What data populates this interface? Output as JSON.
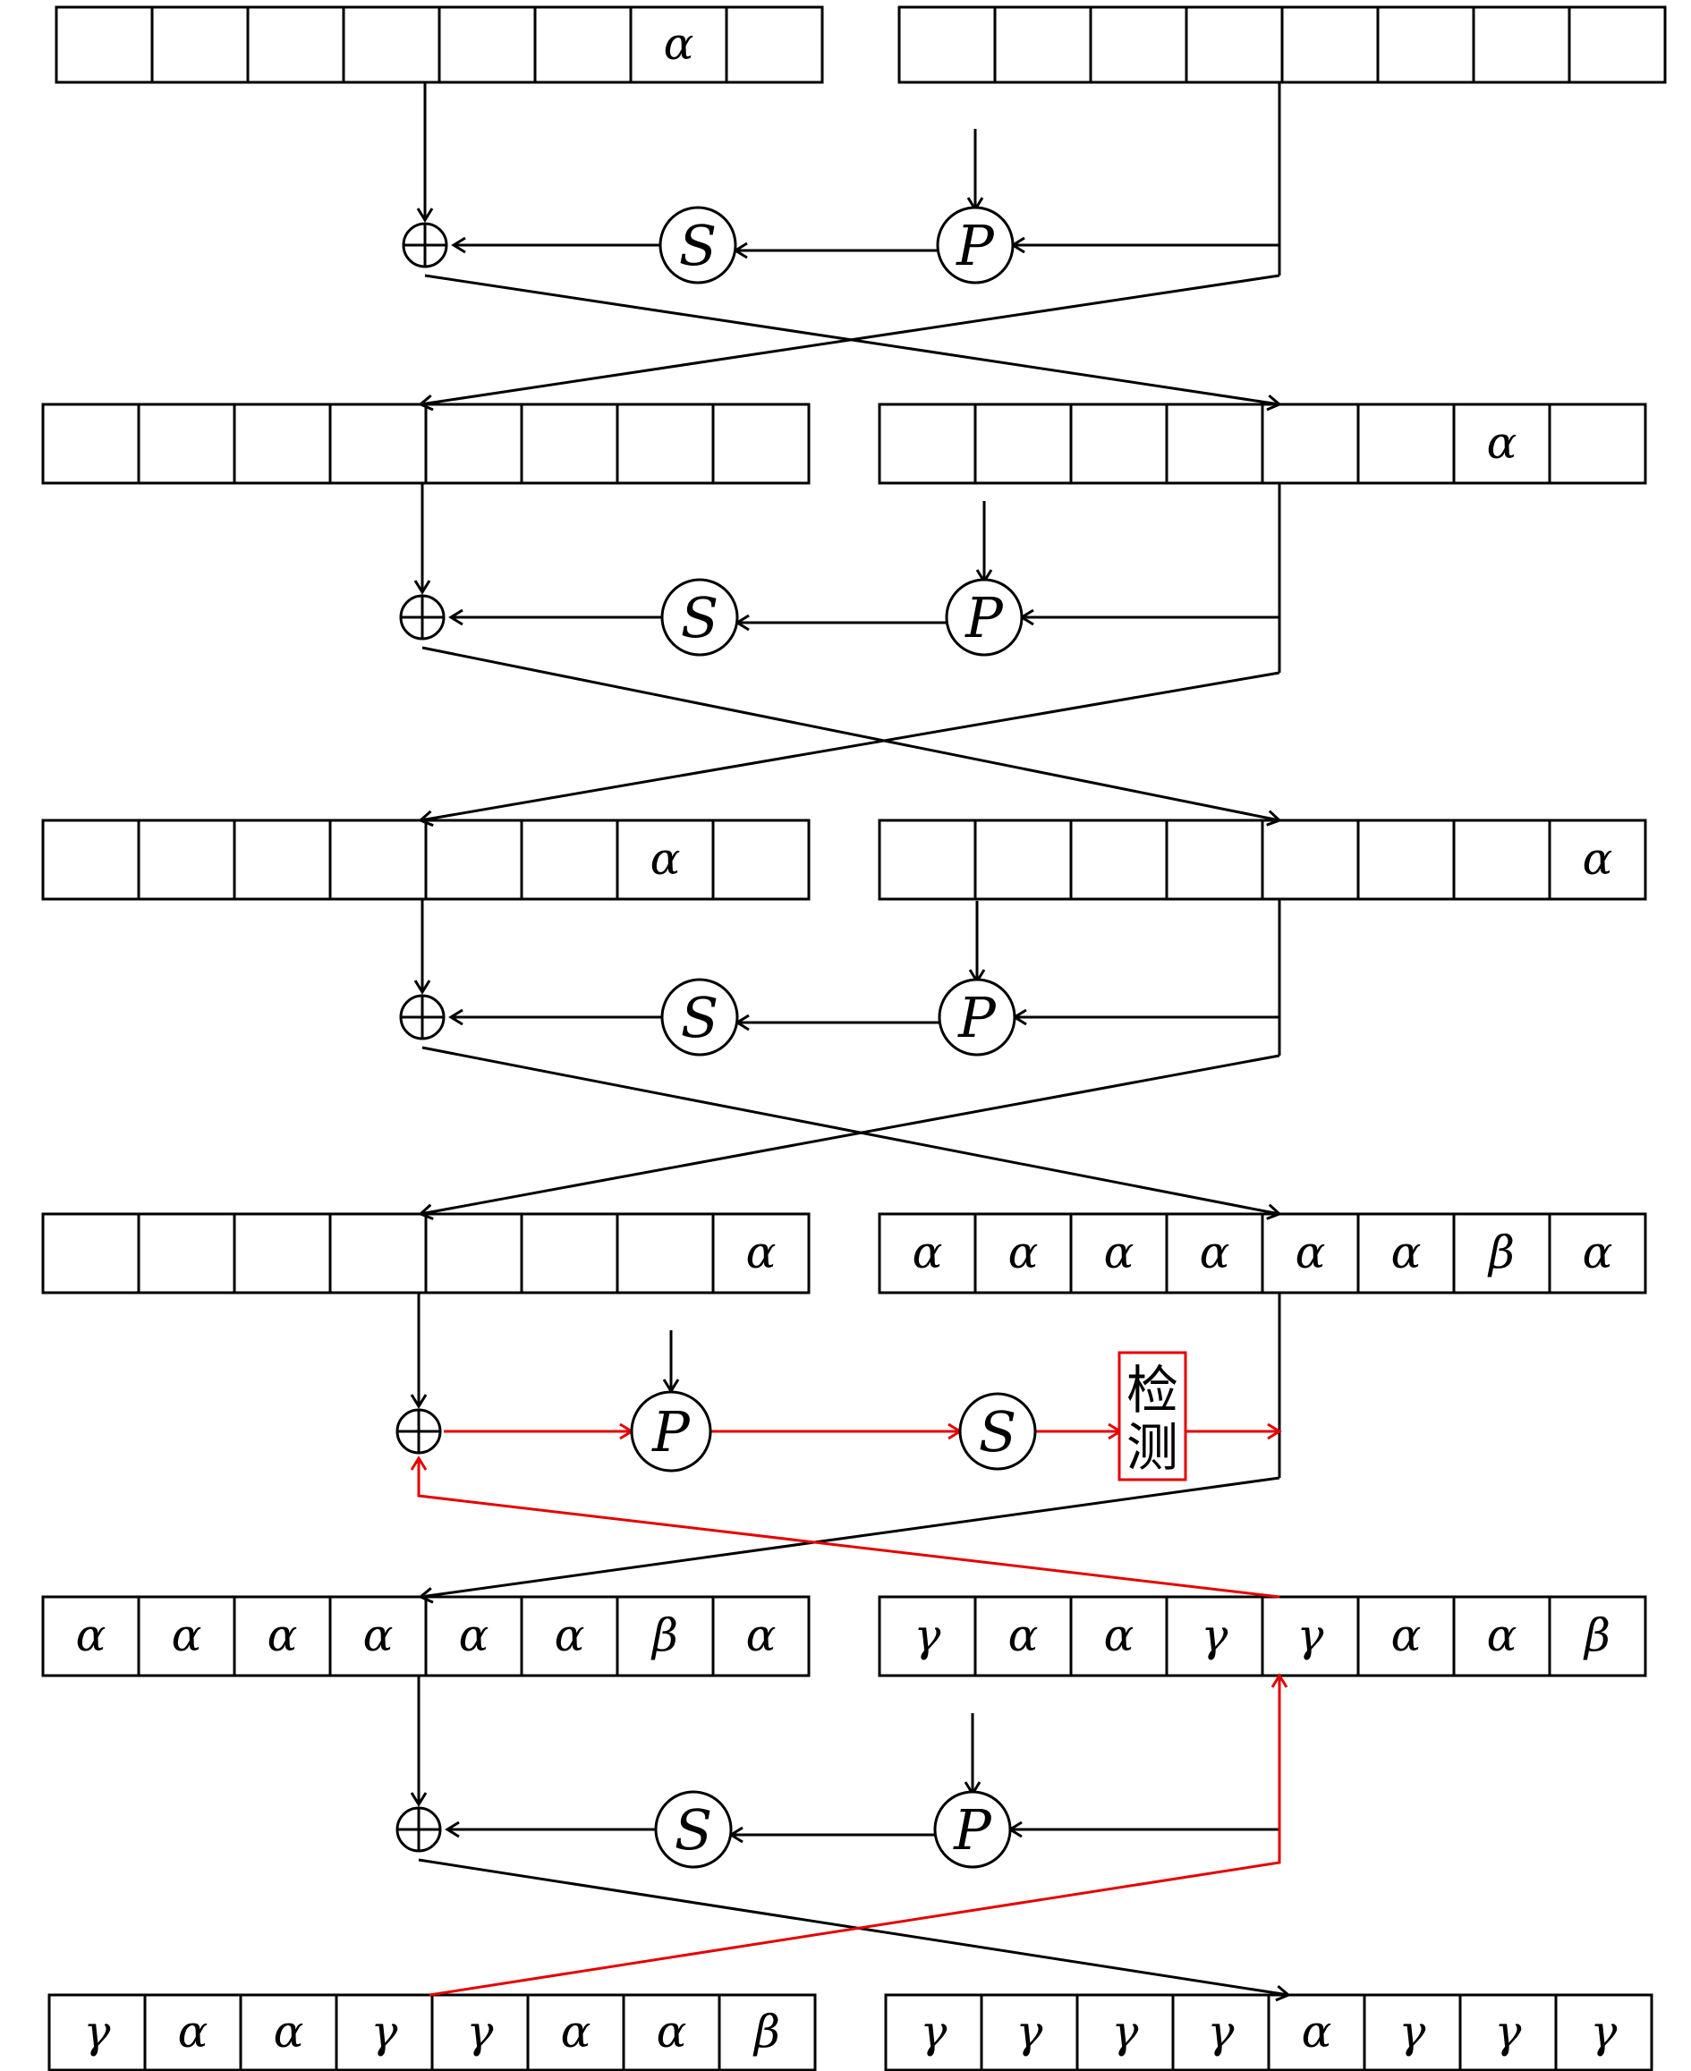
{
  "colors": {
    "ink": "#000000",
    "highlight": "#e60000",
    "paper": "#ffffff"
  },
  "symbols": {
    "xor": "⊕",
    "p_box": "P",
    "s_box": "S",
    "detect": "检测"
  },
  "rows": [
    {
      "left": [
        "",
        "",
        "",
        "",
        "",
        "",
        "α",
        ""
      ],
      "right": [
        "",
        "",
        "",
        "",
        "",
        "",
        "",
        ""
      ]
    },
    {
      "left": [
        "",
        "",
        "",
        "",
        "",
        "",
        "",
        ""
      ],
      "right": [
        "",
        "",
        "",
        "",
        "",
        "",
        "α",
        ""
      ]
    },
    {
      "left": [
        "",
        "",
        "",
        "",
        "",
        "",
        "α",
        ""
      ],
      "right": [
        "",
        "",
        "",
        "",
        "",
        "",
        "",
        "α"
      ]
    },
    {
      "left": [
        "",
        "",
        "",
        "",
        "",
        "",
        "",
        "α"
      ],
      "right": [
        "α",
        "α",
        "α",
        "α",
        "α",
        "α",
        "β",
        "α"
      ]
    },
    {
      "left": [
        "α",
        "α",
        "α",
        "α",
        "α",
        "α",
        "β",
        "α"
      ],
      "right": [
        "γ",
        "α",
        "α",
        "γ",
        "γ",
        "α",
        "α",
        "β"
      ]
    },
    {
      "left": [
        "γ",
        "α",
        "α",
        "γ",
        "γ",
        "α",
        "α",
        "β"
      ],
      "right": [
        "γ",
        "γ",
        "γ",
        "γ",
        "α",
        "γ",
        "γ",
        "γ"
      ]
    }
  ]
}
